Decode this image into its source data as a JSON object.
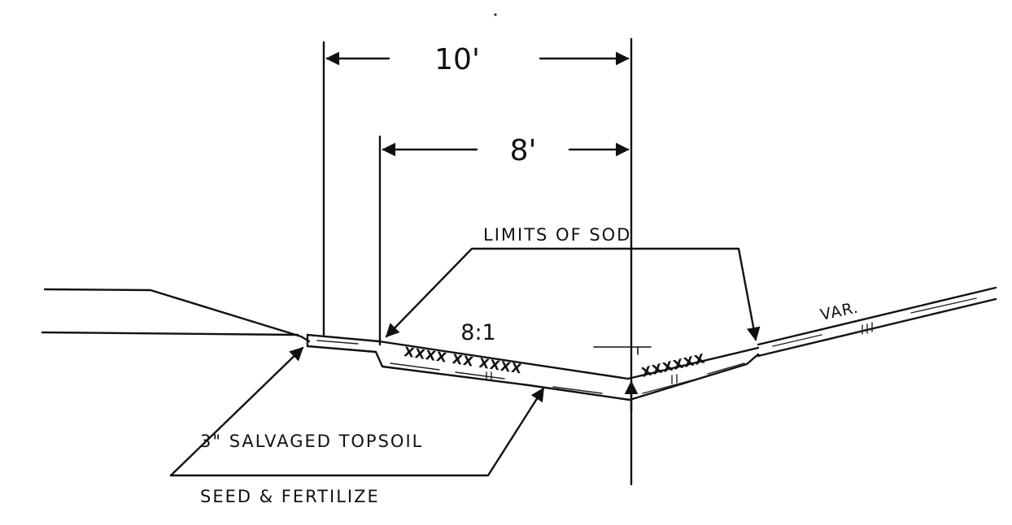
{
  "diagram": {
    "dimensions": {
      "outer_width": "10'",
      "inner_width": "8'"
    },
    "slope_ratio": "8:1",
    "right_slope_label": "VAR.",
    "notes": {
      "limits_of_sod": "LIMITS OF SOD",
      "topsoil": "3\" SALVAGED TOPSOIL",
      "seed": "SEED & FERTILIZE"
    },
    "sod_marks": {
      "left_slope": "XXXX XX XXXX",
      "right_slope": "XXXXXX"
    },
    "colors": {
      "ink": "#111111",
      "paper": "#ffffff"
    }
  }
}
